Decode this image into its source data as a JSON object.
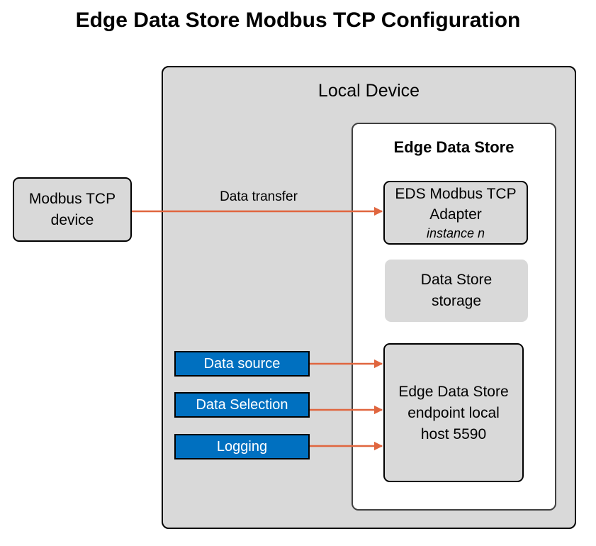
{
  "title": "Edge Data Store Modbus TCP Configuration",
  "local_device": {
    "label": "Local Device"
  },
  "edge_data_store": {
    "label": "Edge Data Store"
  },
  "modbus_device": {
    "line1": "Modbus TCP",
    "line2": "device"
  },
  "adapter": {
    "line1": "EDS Modbus TCP",
    "line2": "Adapter",
    "line3": "instance n"
  },
  "storage": {
    "line1": "Data Store",
    "line2": "storage"
  },
  "endpoint": {
    "line1": "Edge Data Store",
    "line2": "endpoint local",
    "line3": "host 5590"
  },
  "inputs": {
    "data_source": "Data source",
    "data_selection": "Data Selection",
    "logging": "Logging"
  },
  "data_transfer_label": "Data transfer",
  "colors": {
    "arrow": "#e0663f",
    "input_box": "#0070c0",
    "panel": "#d9d9d9"
  }
}
